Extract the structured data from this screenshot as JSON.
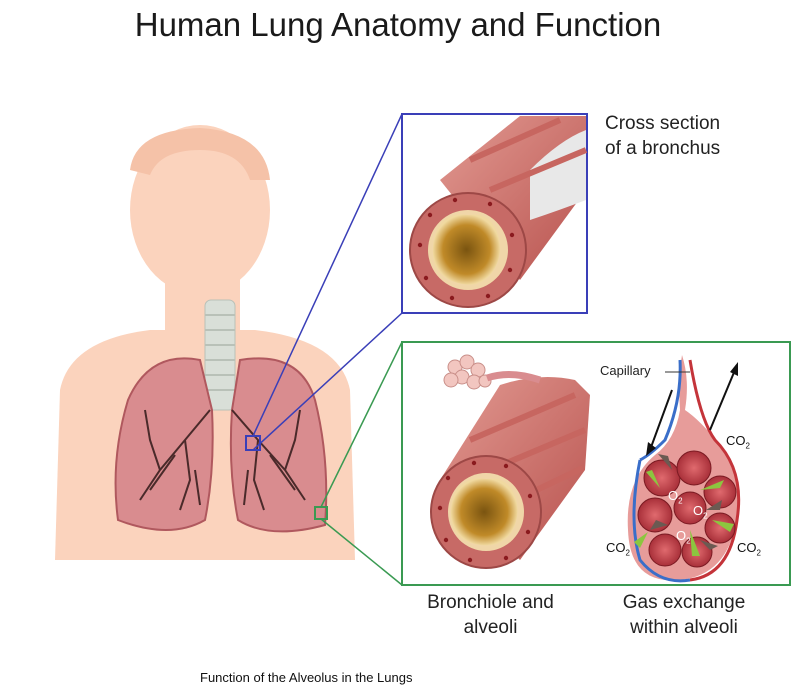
{
  "title": "Human Lung Anatomy and Function",
  "labels": {
    "bronchus_line1": "Cross section",
    "bronchus_line2": "of a bronchus",
    "bronchiole_line1": "Bronchiole and",
    "bronchiole_line2": "alveoli",
    "gas_line1": "Gas exchange",
    "gas_line2": "within alveoli",
    "capillary": "Capillary",
    "co2": "CO",
    "co2_sub": "2",
    "o2": "O",
    "o2_sub": "2"
  },
  "caption": "Function of the Alveolus in the Lungs",
  "colors": {
    "skin": "#fbd3bd",
    "lung": "#d98c8f",
    "lung_dark": "#b0585e",
    "trachea": "#d9dfd8",
    "box_blue": "#3a3fb8",
    "box_green": "#3a9a52",
    "bronchus_outer": "#c96a66",
    "bronchus_lumen": "#d9a63a",
    "capillary_blue": "#3a6ec9",
    "capillary_red": "#c4343a",
    "arrow_green": "#8cc63f"
  }
}
